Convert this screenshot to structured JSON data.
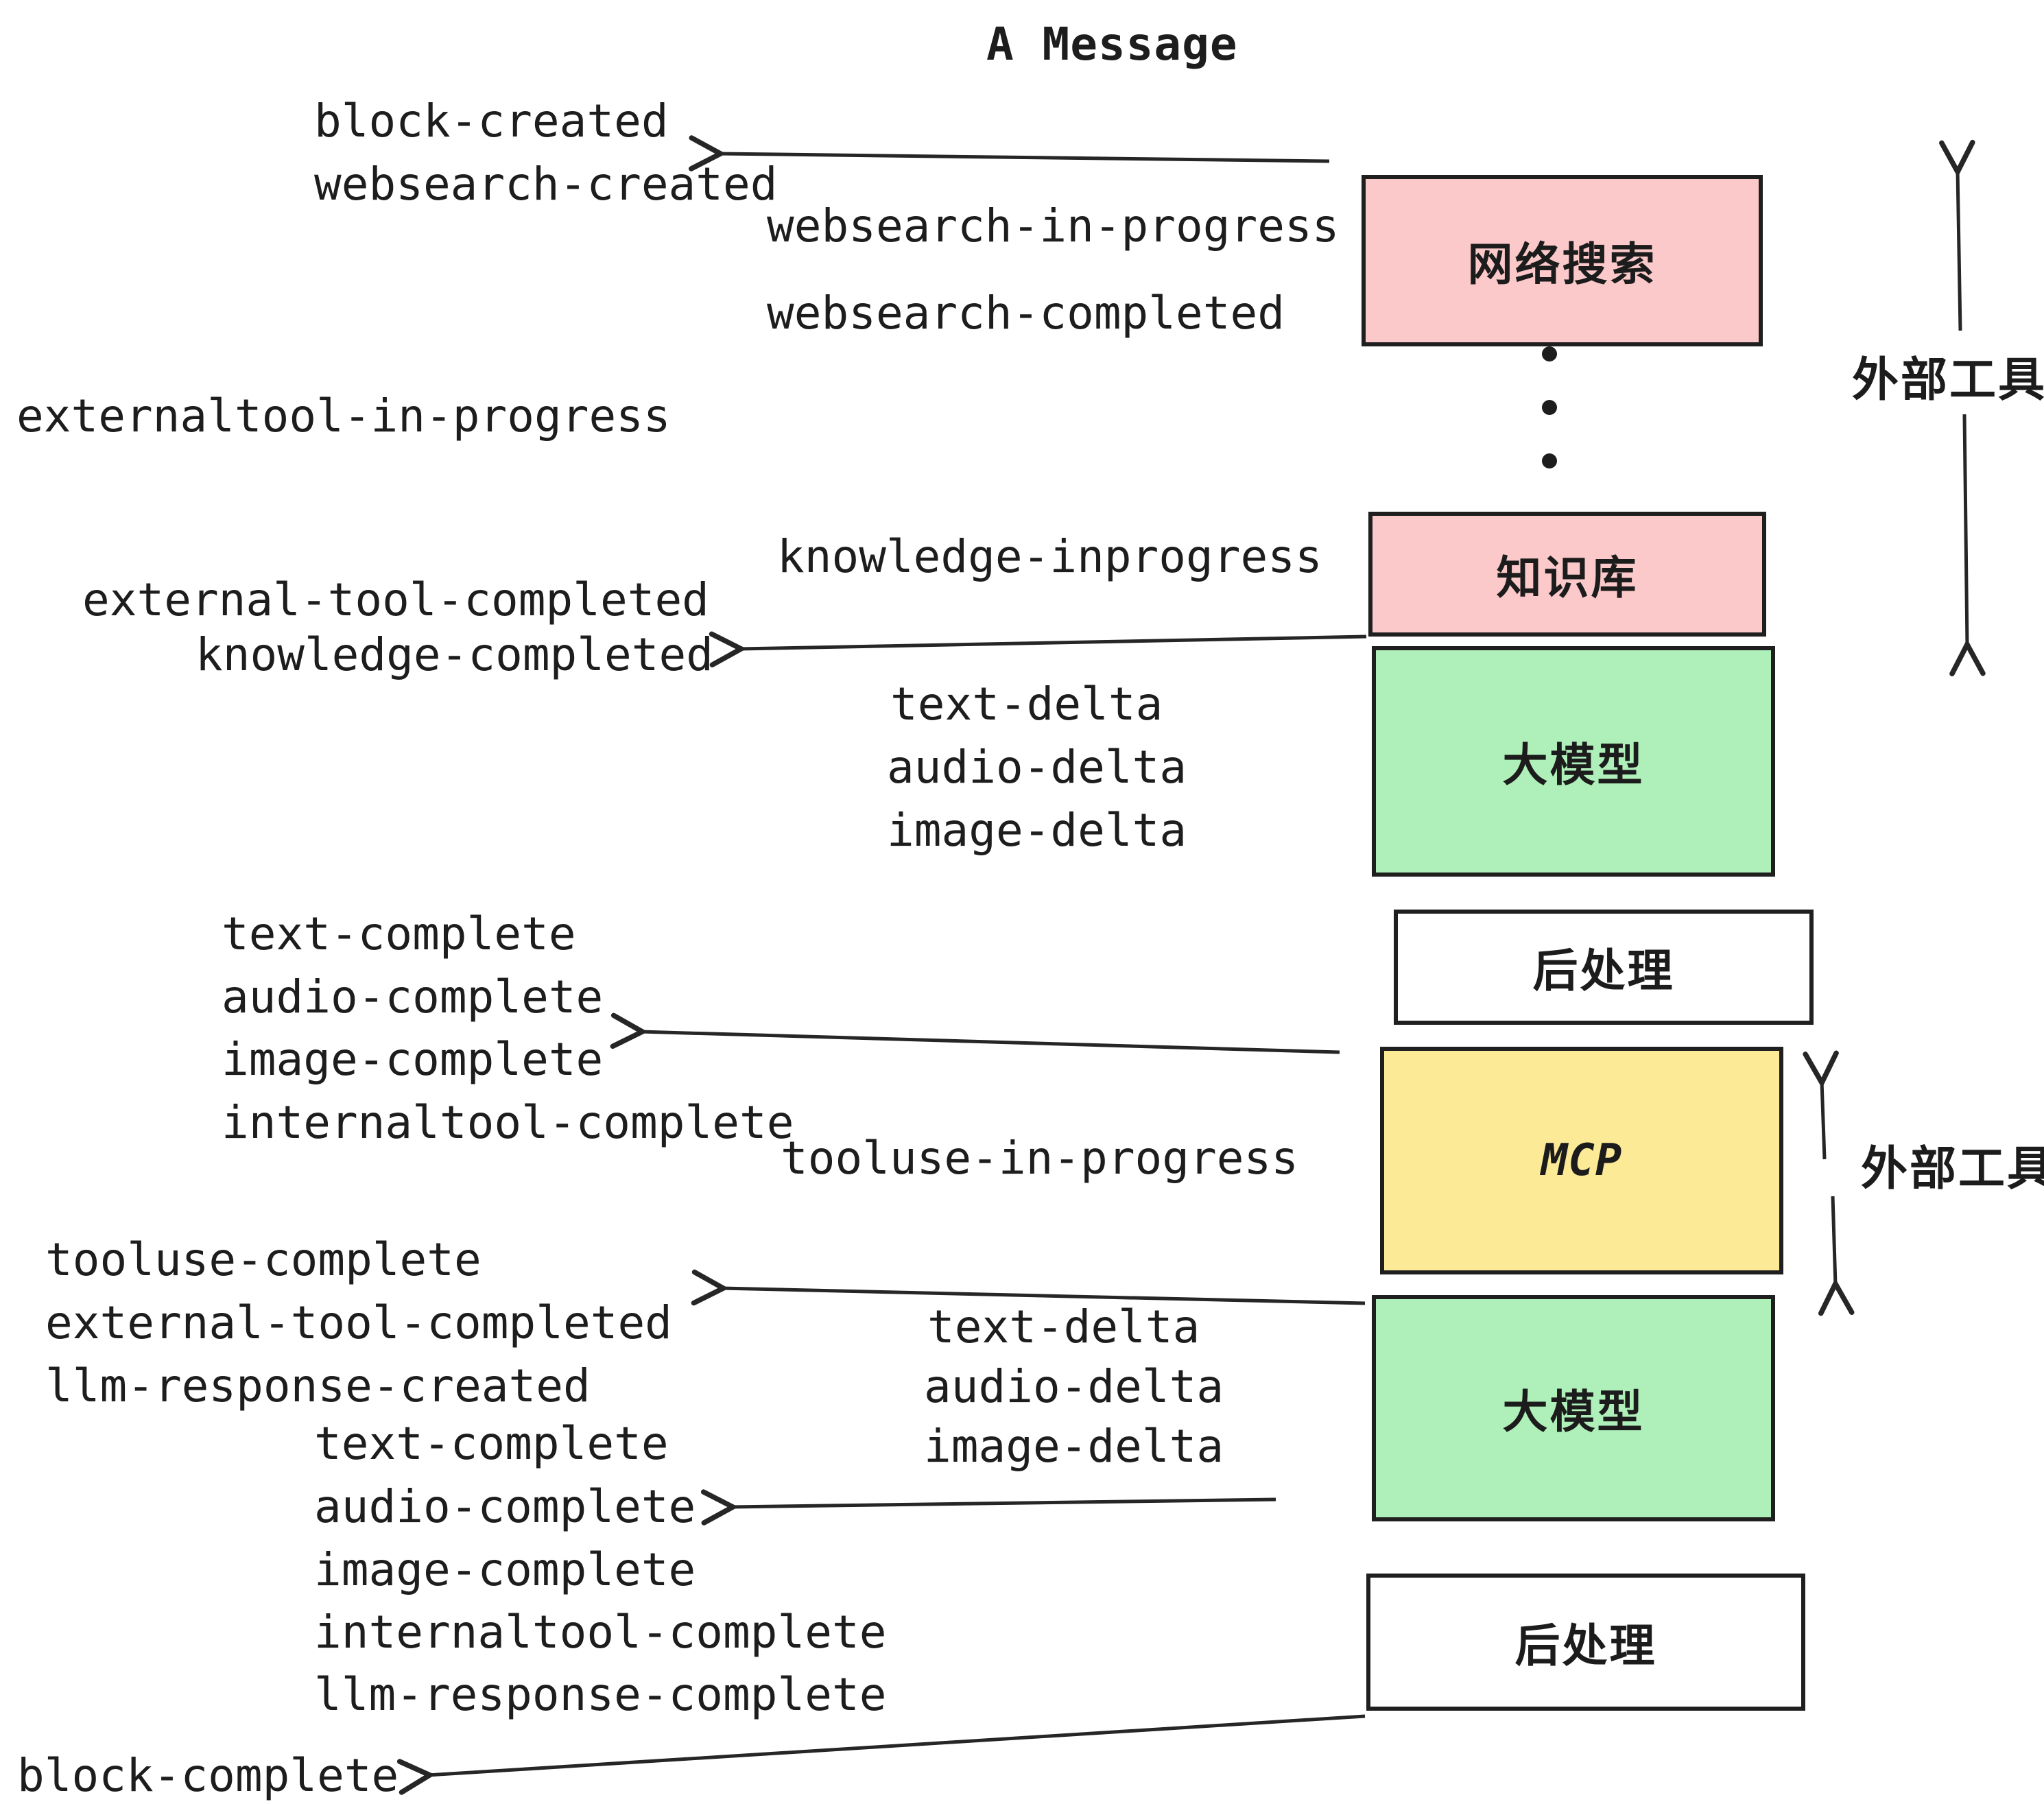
{
  "title": "A Message",
  "colors": {
    "pink": "#FBC9C9",
    "green": "#AFF0BA",
    "yellow": "#FDEA97",
    "white": "#FFFFFF",
    "border": "#1F1F1F",
    "text": "#1D1D1D",
    "arrow": "#262626"
  },
  "boxes": [
    {
      "id": "websearch",
      "label": "网络搜索",
      "fill": "pink"
    },
    {
      "id": "knowledge",
      "label": "知识库",
      "fill": "pink"
    },
    {
      "id": "llm-1",
      "label": "大模型",
      "fill": "green"
    },
    {
      "id": "post-1",
      "label": "后处理",
      "fill": "white"
    },
    {
      "id": "mcp",
      "label": "MCP",
      "fill": "yellow"
    },
    {
      "id": "llm-2",
      "label": "大模型",
      "fill": "green"
    },
    {
      "id": "post-2",
      "label": "后处理",
      "fill": "white"
    }
  ],
  "side_labels": [
    {
      "text": "外部工具"
    },
    {
      "text": "外部工具"
    }
  ],
  "events": [
    {
      "text": "block-created"
    },
    {
      "text": "websearch-created"
    },
    {
      "text": "websearch-in-progress"
    },
    {
      "text": "websearch-completed"
    },
    {
      "text": "externaltool-in-progress"
    },
    {
      "text": "knowledge-inprogress"
    },
    {
      "text": "external-tool-completed"
    },
    {
      "text": "knowledge-completed"
    },
    {
      "text": "text-delta"
    },
    {
      "text": "audio-delta"
    },
    {
      "text": "image-delta"
    },
    {
      "text": "text-complete"
    },
    {
      "text": "audio-complete"
    },
    {
      "text": "image-complete"
    },
    {
      "text": "internaltool-complete"
    },
    {
      "text": "tooluse-in-progress"
    },
    {
      "text": "tooluse-complete"
    },
    {
      "text": "external-tool-completed"
    },
    {
      "text": "llm-response-created"
    },
    {
      "text": "text-complete"
    },
    {
      "text": "audio-complete"
    },
    {
      "text": "image-complete"
    },
    {
      "text": "internaltool-complete"
    },
    {
      "text": "llm-response-complete"
    },
    {
      "text": "block-complete"
    }
  ]
}
